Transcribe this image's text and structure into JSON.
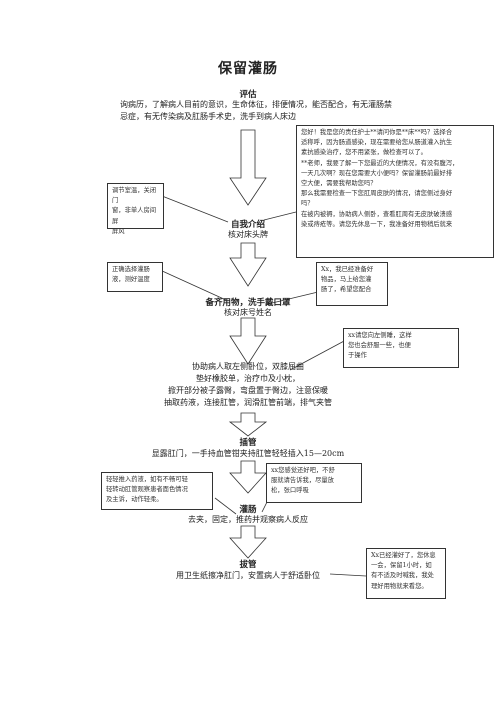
{
  "title": "保留灌肠",
  "assess": {
    "heading": "评估",
    "lines": [
      "询病历，了解病人目前的意识，生命体征，排便情况，能否配合，有无灌肠禁",
      "忌症，有无传染病及肛肠手术史，洗手到病人床边"
    ]
  },
  "notes": {
    "greeting": [
      "您好！我是您的责任护士**请问你是**床**吗？选择合",
      "适称呼，因为肠道感染，现在需要给您从肠道灌入抗生",
      "素抗感染治疗，您不用紧张，做检查可以了。",
      "**老师，我要了解一下您最近的大便情况，有没有腹泻，",
      "一天几次啊？现在您需要大小便吗？保留灌肠前最好排",
      "空大便，需要我帮助您吗？",
      "那么我需要检查一下您肛周皮肤的情况，请您侧过身好",
      "吗？",
      "在被内被褥，协助病人侧卧，查看肛周有无皮肤破溃感",
      "染或痔疮等。请您先休息一下，我准备好用物稍后就来"
    ],
    "room": [
      "调节室温，关闭门",
      "窗，非单人房间屏",
      "屏风"
    ],
    "enema": [
      "正确选择灌肠",
      "液，测好温度"
    ],
    "prepared": [
      "Xx，我已经准备好",
      "物品，马上给您灌",
      "肠了，希望您配合"
    ],
    "position": [
      "xx请您向左侧睡，这样",
      "您也会舒服一些，也便",
      "于操作"
    ],
    "insert": [
      "xx您感觉还好吧，不舒",
      "服就请告诉我，尽量放",
      "松，张口呼吸"
    ],
    "observe": [
      "轻轻推入药液，如有不畅可轻",
      "轻转动肛管观察患者面色情况",
      "及主诉，动作轻柔。"
    ],
    "done": [
      "Xx已经灌好了，您休息",
      "一会，保留1小时，如",
      "有不适及时喊我，我处",
      "理好用物就来看您。"
    ]
  },
  "steps": {
    "intro": {
      "heading": "自我介绍",
      "text": "核对床头牌"
    },
    "prep": {
      "heading": "备齐用物，洗手戴口罩",
      "text": "核对床号姓名"
    },
    "position": [
      "协助病人取左侧卧位，双膝屈曲",
      "垫好橡胶单，治疗巾及小枕，",
      "掀开部分被子露臀，弯盘置于臀边，注意保暖",
      "抽取药液，连接肛管，润滑肛管前端，排气夹管"
    ],
    "insert": {
      "heading": "插管",
      "text": "显露肛门，一手持血管钳夹持肛管轻轻插入15—20cm"
    },
    "infuse": {
      "heading": "灌肠",
      "text": "去夹，固定，推药并观察病人反应"
    },
    "remove": {
      "heading": "拔管",
      "text": "用卫生纸擦净肛门，安置病人于舒适卧位"
    }
  }
}
